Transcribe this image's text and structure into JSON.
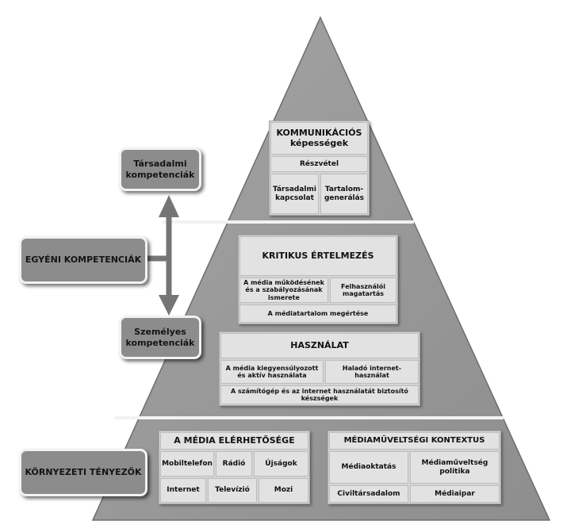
{
  "side_labels": {
    "tarsadalmi": "Társadalmi kompetenciák",
    "egyeni": "EGYÉNI KOMPETENCIÁK",
    "szemelyes": "Személyes kompetenciák",
    "kornyezeti": "KÖRNYEZETI TÉNYEZŐK"
  },
  "top_tier": {
    "title": "KOMMUNIKÁCIÓS képességek",
    "reszvetel": "Részvétel",
    "tarsadalmi_kapcsolat": "Társadalmi kapcsolat",
    "tartalomgeneralas": "Tartalom-generálás"
  },
  "kritikus": {
    "title": "KRITIKUS ÉRTELMEZÉS",
    "media_mukodes": "A média működésének és a szabályozásának ismerete",
    "felhasznaloi": "Felhasználói magatartás",
    "mediatartalom": "A médiatartalom megértése"
  },
  "hasznalat": {
    "title": "HASZNÁLAT",
    "kiegyensulyozott": "A média kiegyensúlyozott és aktív használata",
    "halado": "Haladó internet-használat",
    "szamitogep": "A számítógép és az internet használatát biztosító készségek"
  },
  "media_elerhetoseg": {
    "title": "A MÉDIA ELÉRHETŐSÉGE",
    "items": [
      "Mobiltelefon",
      "Rádió",
      "Újságok",
      "Internet",
      "Televízió",
      "Mozi"
    ]
  },
  "kontextus": {
    "title": "MÉDIAMŰVELTSÉGI KONTEXTUS",
    "items": [
      "Médiaoktatás",
      "Médiaműveltség politika",
      "Civiltársadalom",
      "Médiaipar"
    ]
  },
  "colors": {
    "pyramid_fill": "#9a9a9a",
    "box_fill": "#e2e2e2",
    "side_fill": "#8c8c8c"
  }
}
